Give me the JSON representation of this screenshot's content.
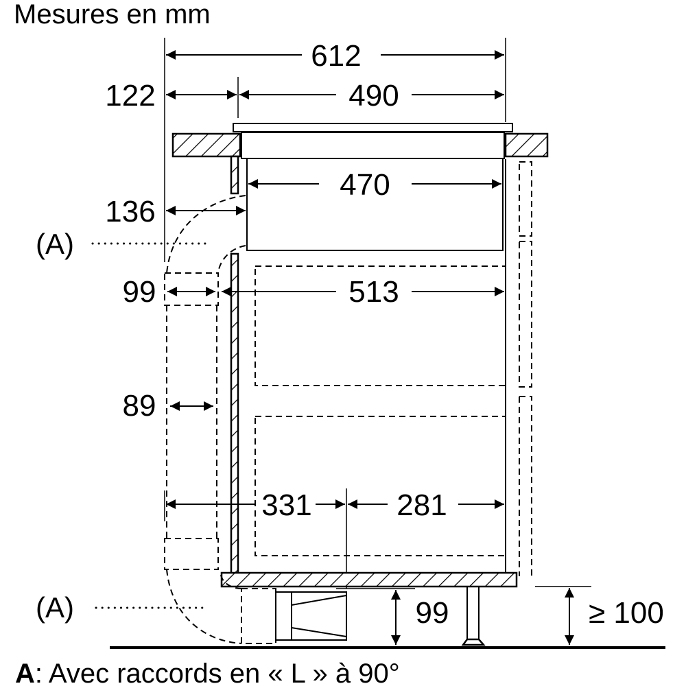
{
  "title": "Mesures en mm",
  "dimensions": {
    "overall_width": "612",
    "left_offset": "122",
    "hob_width": "490",
    "body_width": "470",
    "side_gap": "136",
    "duct_width": "99",
    "inner_width": "513",
    "duct_depth": "89",
    "left_to_center": "331",
    "center_to_right": "281",
    "fan_height": "99",
    "plinth_height": "≥ 100"
  },
  "labels": {
    "connector_marker_top": "(A)",
    "connector_marker_bottom": "(A)",
    "legend_key": "A",
    "legend_text": ": Avec raccords en « L » à 90°"
  }
}
